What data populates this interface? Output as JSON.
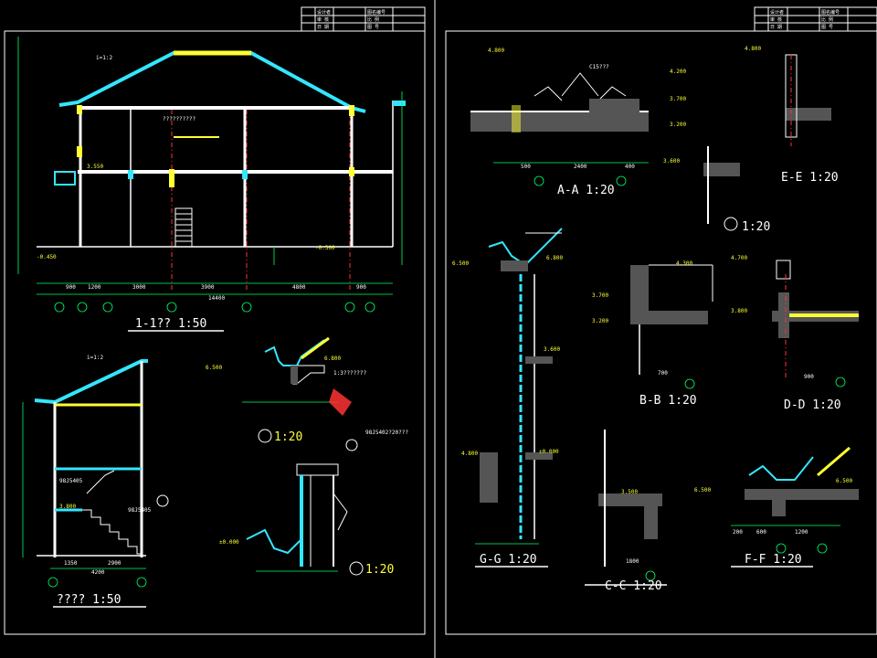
{
  "title_blocks": {
    "left": [
      "设计者",
      "审 核",
      "日 期",
      "图名编号",
      "比 例",
      "图 号"
    ],
    "right": [
      "设计者",
      "审 核",
      "日 期",
      "图名编号",
      "比 例",
      "图 号"
    ]
  },
  "left_sheet": {
    "section_title": "1-1?? 1:50",
    "stair_title": "???? 1:50",
    "detail1": "1:20",
    "detail2": "1:20",
    "slope": "i=1:2",
    "slope2": "i=1:2",
    "dims_bottom": [
      "900",
      "1200",
      "3000",
      "3900",
      "4800",
      "900"
    ],
    "total": "14400",
    "dims_bottom2": [
      "1350",
      "4200",
      "2900"
    ],
    "levels": [
      "6.800",
      "3.550",
      "±0.000",
      "-0.450",
      "3.800",
      "6.500",
      "6.800",
      "±0.000",
      "-0.300"
    ],
    "room_text": "??????????",
    "tag": "??????",
    "notes": [
      "98J5405",
      "98J5405",
      "1:3???????",
      "98J5402?20???"
    ]
  },
  "right_sheet": {
    "sections": [
      "A-A 1:20",
      "E-E 1:20",
      "1:20",
      "B-B 1:20",
      "D-D 1:20",
      "G-G 1:20",
      "C-C 1:20",
      "F-F 1:20"
    ],
    "dims": [
      "500",
      "2400",
      "400",
      "500",
      "4.800",
      "4.200",
      "3.700",
      "3.200",
      "3.600",
      "4.300",
      "3.700",
      "3.200",
      "4.700",
      "3.800",
      "6.500",
      "6.800",
      "4.800",
      "3.600",
      "±0.000",
      "3.500",
      "6.500",
      "6.500",
      "200",
      "900",
      "700",
      "1800",
      "600",
      "1200"
    ],
    "note": "C15???"
  },
  "colors": {
    "cyan": "#33e6ff",
    "yellow": "#ffff33",
    "green": "#00ff66",
    "red": "#ff3333",
    "white": "#ffffff",
    "bg": "#000000"
  }
}
